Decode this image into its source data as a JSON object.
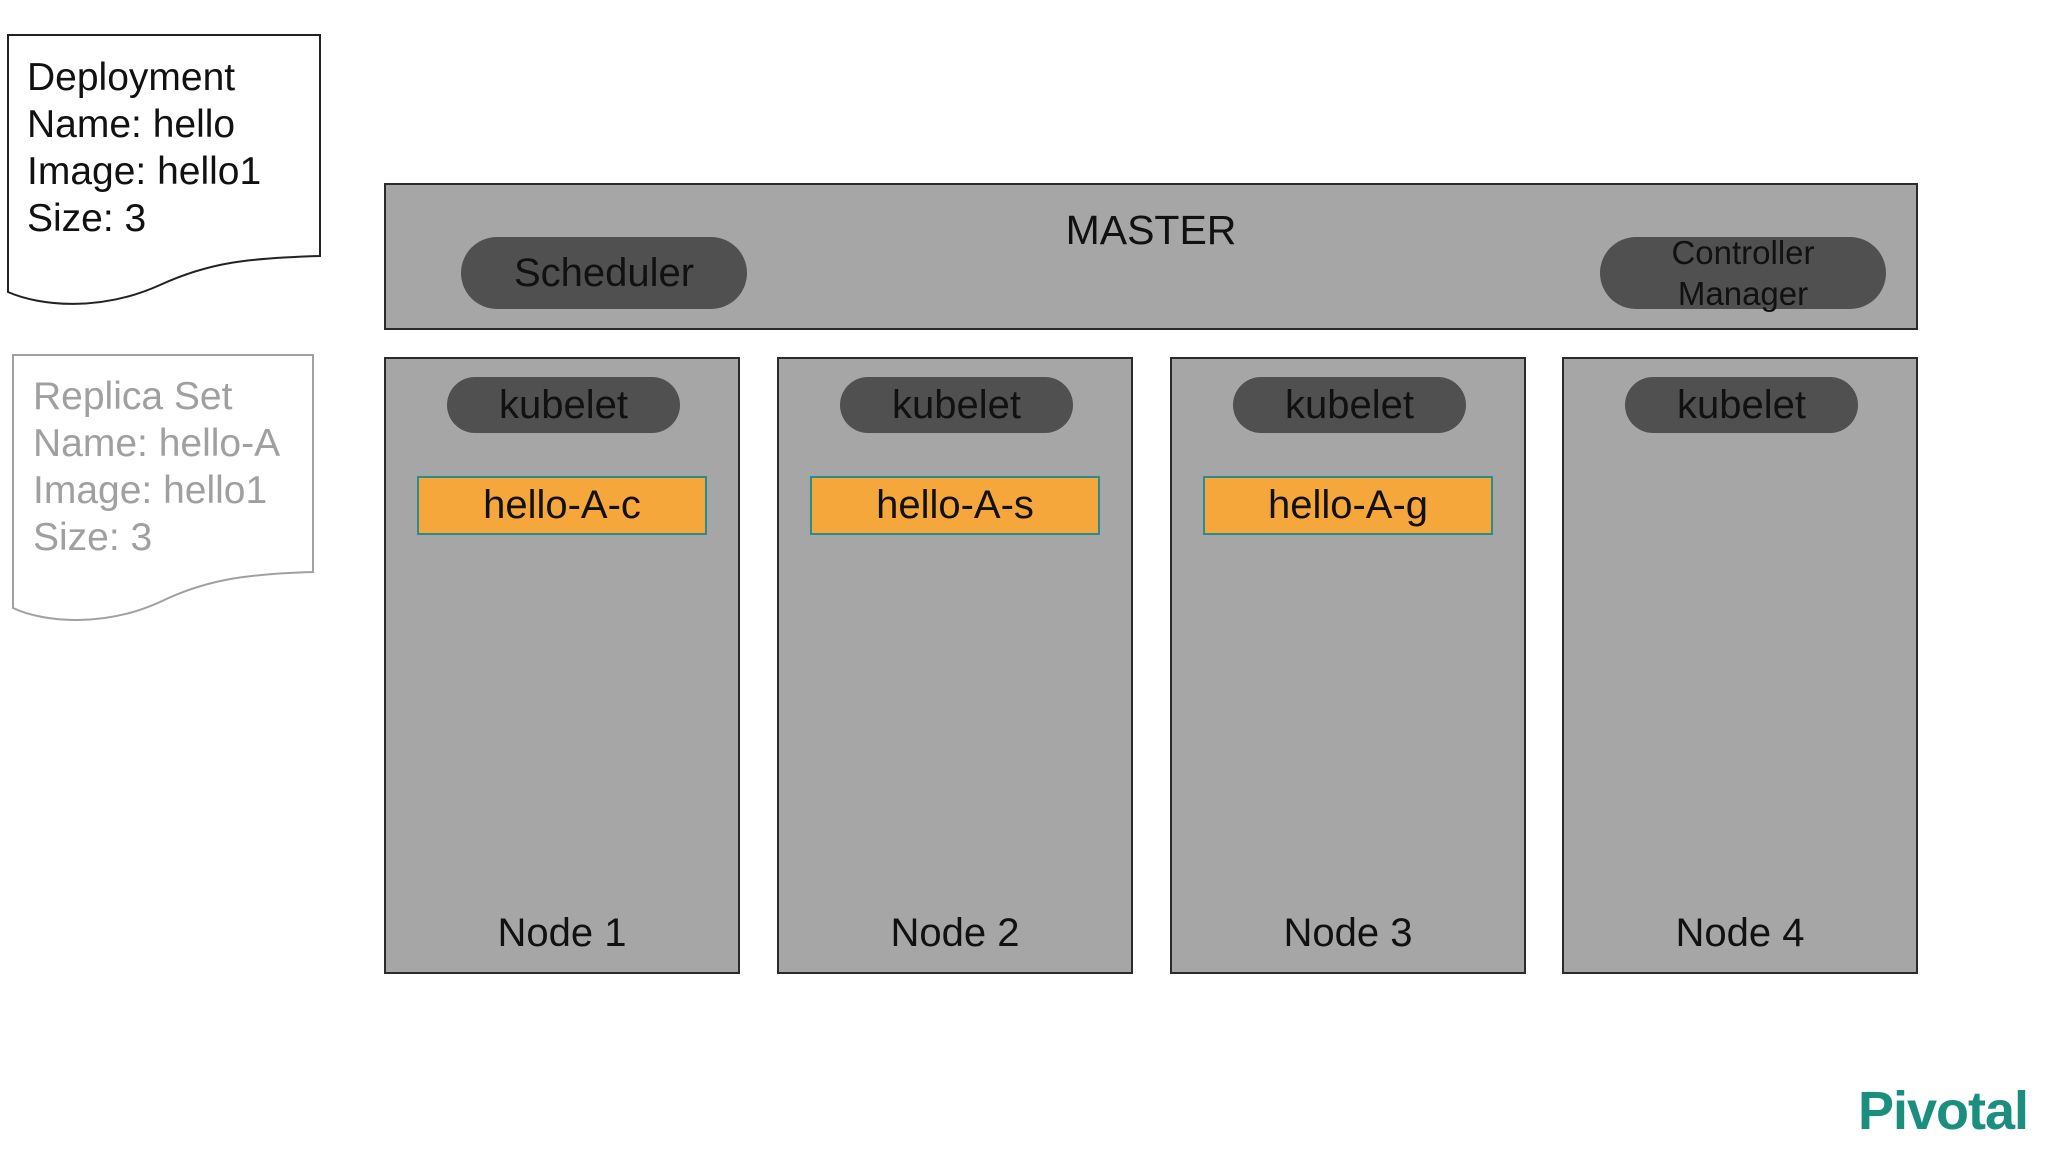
{
  "deployment": {
    "lines": [
      "Deployment",
      "Name: hello",
      "Image: hello1",
      "Size: 3"
    ]
  },
  "replica_set": {
    "lines": [
      "Replica Set",
      "Name: hello-A",
      "Image: hello1",
      "Size: 3"
    ]
  },
  "master": {
    "title": "MASTER",
    "scheduler": "Scheduler",
    "controller_line1": "Controller",
    "controller_line2": "Manager"
  },
  "nodes": [
    {
      "kubelet": "kubelet",
      "pod": "hello-A-c",
      "label": "Node 1"
    },
    {
      "kubelet": "kubelet",
      "pod": "hello-A-s",
      "label": "Node 2"
    },
    {
      "kubelet": "kubelet",
      "pod": "hello-A-g",
      "label": "Node 3"
    },
    {
      "kubelet": "kubelet",
      "pod": "",
      "label": "Node 4"
    }
  ],
  "logo": "Pivotal",
  "colors": {
    "node_fill": "#a6a6a6",
    "pill_fill": "#505050",
    "pod_fill": "#f6a73b",
    "pod_border": "#2a8c8c",
    "replica_text": "#a0a0a0",
    "logo": "#1a8f7d"
  }
}
